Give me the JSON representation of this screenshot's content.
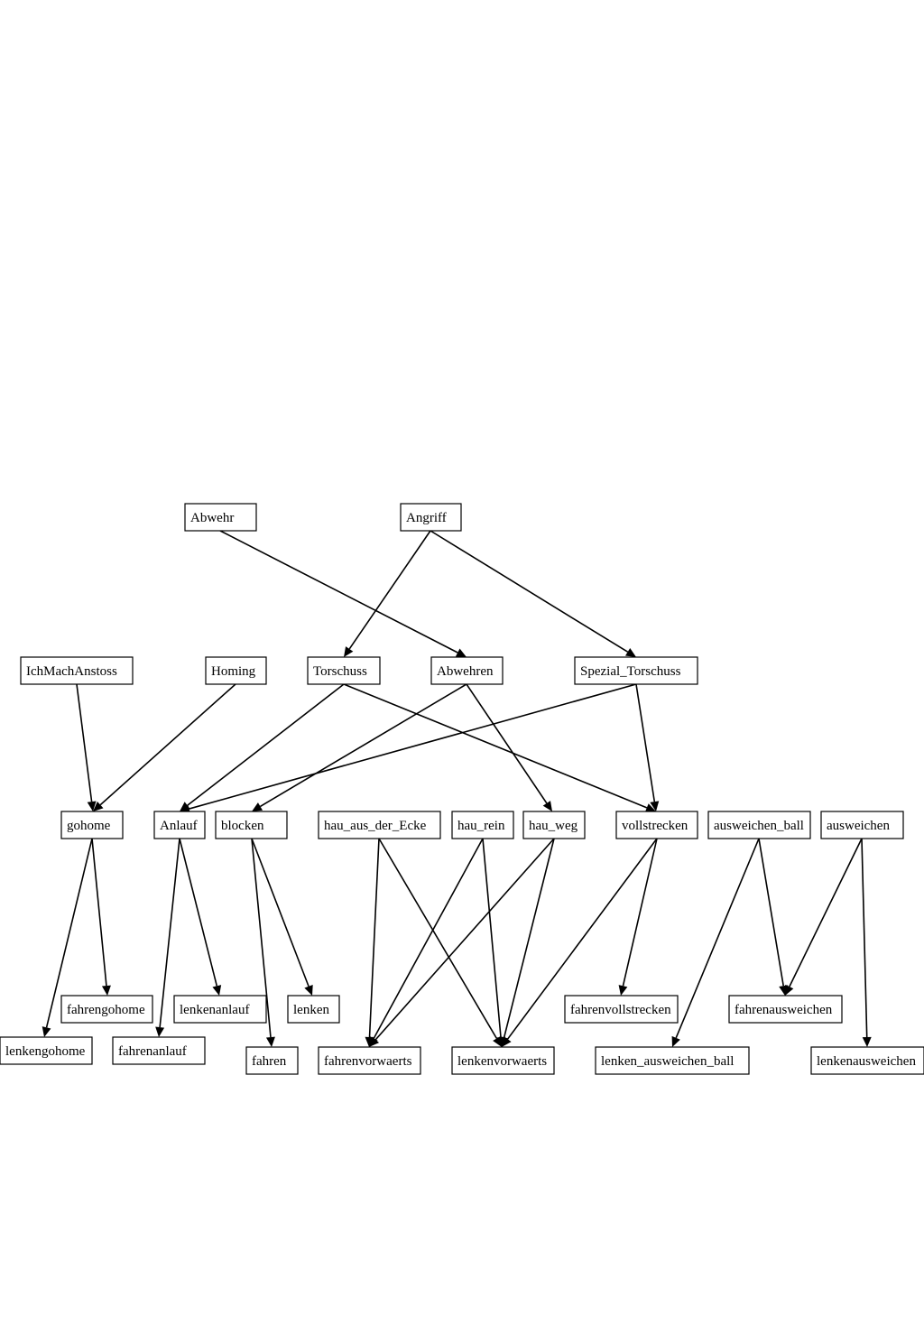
{
  "diagram": {
    "nodes": [
      {
        "id": "abwehr",
        "label": "Abwehr"
      },
      {
        "id": "angriff",
        "label": "Angriff"
      },
      {
        "id": "ichmachanstoss",
        "label": "IchMachAnstoss"
      },
      {
        "id": "homing",
        "label": "Homing"
      },
      {
        "id": "torschuss",
        "label": "Torschuss"
      },
      {
        "id": "abwehren",
        "label": "Abwehren"
      },
      {
        "id": "spezial_torschuss",
        "label": "Spezial_Torschuss"
      },
      {
        "id": "gohome",
        "label": "gohome"
      },
      {
        "id": "anlauf",
        "label": "Anlauf"
      },
      {
        "id": "blocken",
        "label": "blocken"
      },
      {
        "id": "hau_aus_der_ecke",
        "label": "hau_aus_der_Ecke"
      },
      {
        "id": "hau_rein",
        "label": "hau_rein"
      },
      {
        "id": "hau_weg",
        "label": "hau_weg"
      },
      {
        "id": "vollstrecken",
        "label": "vollstrecken"
      },
      {
        "id": "ausweichen_ball",
        "label": "ausweichen_ball"
      },
      {
        "id": "ausweichen",
        "label": "ausweichen"
      },
      {
        "id": "fahrengohome",
        "label": "fahrengohome"
      },
      {
        "id": "lenkenanlauf",
        "label": "lenkenanlauf"
      },
      {
        "id": "lenken",
        "label": "lenken"
      },
      {
        "id": "fahrenvollstrecken",
        "label": "fahrenvollstrecken"
      },
      {
        "id": "fahrenausweichen",
        "label": "fahrenausweichen"
      },
      {
        "id": "lenkengohome",
        "label": "lenkengohome"
      },
      {
        "id": "fahrenanlauf",
        "label": "fahrenanlauf"
      },
      {
        "id": "fahren",
        "label": "fahren"
      },
      {
        "id": "fahrenvorwaerts",
        "label": "fahrenvorwaerts"
      },
      {
        "id": "lenkenvorwaerts",
        "label": "lenkenvorwaerts"
      },
      {
        "id": "lenken_ausweichen_ball",
        "label": "lenken_ausweichen_ball"
      },
      {
        "id": "lenkenausweichen",
        "label": "lenkenausweichen"
      }
    ],
    "edges": [
      {
        "from": "abwehr",
        "to": "abwehren"
      },
      {
        "from": "angriff",
        "to": "torschuss"
      },
      {
        "from": "angriff",
        "to": "spezial_torschuss"
      },
      {
        "from": "ichmachanstoss",
        "to": "gohome"
      },
      {
        "from": "homing",
        "to": "gohome"
      },
      {
        "from": "torschuss",
        "to": "anlauf"
      },
      {
        "from": "torschuss",
        "to": "vollstrecken"
      },
      {
        "from": "abwehren",
        "to": "blocken"
      },
      {
        "from": "abwehren",
        "to": "hau_weg"
      },
      {
        "from": "spezial_torschuss",
        "to": "anlauf"
      },
      {
        "from": "spezial_torschuss",
        "to": "vollstrecken"
      },
      {
        "from": "gohome",
        "to": "fahrengohome"
      },
      {
        "from": "gohome",
        "to": "lenkengohome"
      },
      {
        "from": "anlauf",
        "to": "lenkenanlauf"
      },
      {
        "from": "anlauf",
        "to": "fahrenanlauf"
      },
      {
        "from": "blocken",
        "to": "lenken"
      },
      {
        "from": "blocken",
        "to": "fahren"
      },
      {
        "from": "hau_aus_der_ecke",
        "to": "fahrenvorwaerts"
      },
      {
        "from": "hau_aus_der_ecke",
        "to": "lenkenvorwaerts"
      },
      {
        "from": "hau_rein",
        "to": "fahrenvorwaerts"
      },
      {
        "from": "hau_rein",
        "to": "lenkenvorwaerts"
      },
      {
        "from": "hau_weg",
        "to": "fahrenvorwaerts"
      },
      {
        "from": "hau_weg",
        "to": "lenkenvorwaerts"
      },
      {
        "from": "vollstrecken",
        "to": "fahrenvollstrecken"
      },
      {
        "from": "vollstrecken",
        "to": "lenkenvorwaerts"
      },
      {
        "from": "ausweichen_ball",
        "to": "fahrenausweichen"
      },
      {
        "from": "ausweichen_ball",
        "to": "lenken_ausweichen_ball"
      },
      {
        "from": "ausweichen",
        "to": "fahrenausweichen"
      },
      {
        "from": "ausweichen",
        "to": "lenkenausweichen"
      }
    ]
  }
}
